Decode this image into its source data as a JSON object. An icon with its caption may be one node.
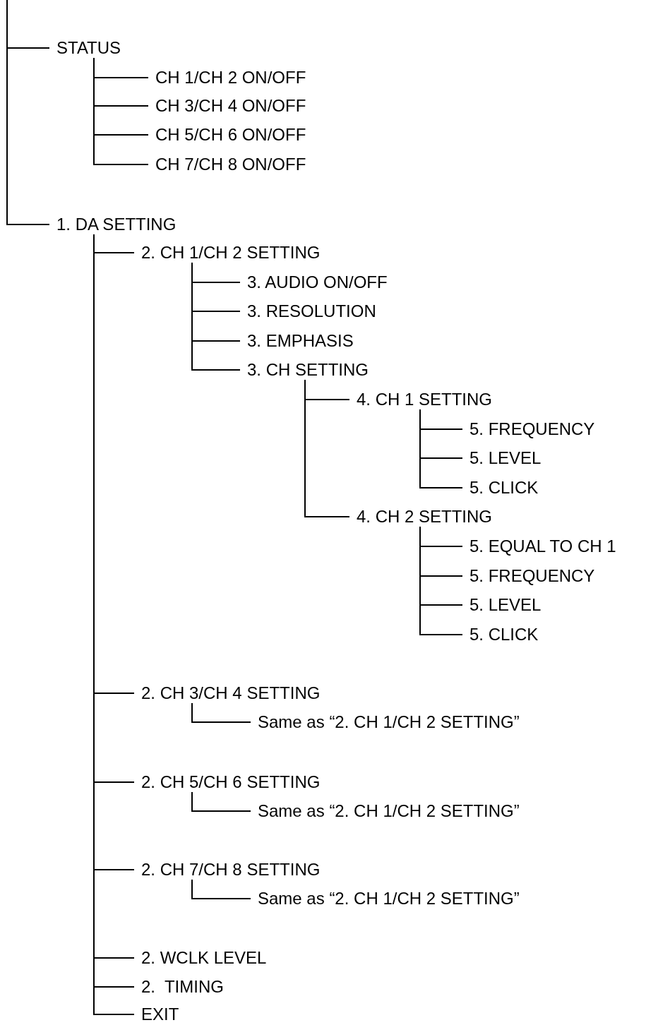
{
  "diagram": {
    "nodes": [
      {
        "text": [
          "STATUS"
        ]
      },
      {
        "text": [
          "CH 1/CH 2 ON/OFF"
        ]
      },
      {
        "text": [
          "CH 3/CH 4 ON/OFF"
        ]
      },
      {
        "text": [
          "CH 5/CH 6 ON/OFF"
        ]
      },
      {
        "text": [
          "CH 7/CH 8 ON/OFF"
        ]
      },
      {
        "text": [
          "1. DA SETTING"
        ]
      },
      {
        "text": [
          "2. CH 1/CH 2 SETTING"
        ]
      },
      {
        "text": [
          "3. AUDIO ON/OFF"
        ]
      },
      {
        "text": [
          "3. RESOLUTION"
        ]
      },
      {
        "text": [
          "3. EMPHASIS"
        ]
      },
      {
        "text": [
          "3. CH SETTING"
        ]
      },
      {
        "text": [
          "4. CH 1 SETTING"
        ]
      },
      {
        "text": [
          "5. FREQUENCY"
        ]
      },
      {
        "text": [
          "5. LEVEL"
        ]
      },
      {
        "text": [
          "5. CLICK"
        ]
      },
      {
        "text": [
          "4. CH 2 SETTING"
        ]
      },
      {
        "text": [
          "5. EQUAL TO CH 1"
        ]
      },
      {
        "text": [
          "5. FREQUENCY"
        ]
      },
      {
        "text": [
          "5. LEVEL"
        ]
      },
      {
        "text": [
          "5. CLICK"
        ]
      },
      {
        "text": [
          "2. CH 3/CH 4 SETTING"
        ]
      },
      {
        "text": [
          "Same as “2. CH 1/CH 2 SETTING”"
        ]
      },
      {
        "text": [
          "2. CH 5/CH 6 SETTING"
        ]
      },
      {
        "text": [
          "Same as “2. CH 1/CH 2 SETTING”"
        ]
      },
      {
        "text": [
          "2. CH 7/CH 8 SETTING"
        ]
      },
      {
        "text": [
          "Same as “2. CH 1/CH 2 SETTING”"
        ]
      },
      {
        "text": [
          "2. WCLK LEVEL"
        ]
      },
      {
        "text": [
          "2.  TIMING"
        ]
      },
      {
        "text": [
          "EXIT"
        ]
      }
    ],
    "edges": [
      {
        "from": null,
        "to": 0,
        "arrow": "none"
      },
      {
        "from": 0,
        "to": 1,
        "arrow": "none"
      },
      {
        "from": 0,
        "to": 2,
        "arrow": "none"
      },
      {
        "from": 0,
        "to": 3,
        "arrow": "none"
      },
      {
        "from": 0,
        "to": 4,
        "arrow": "none"
      },
      {
        "from": null,
        "to": 5,
        "arrow": "none"
      },
      {
        "from": 5,
        "to": 6,
        "arrow": "none"
      },
      {
        "from": 6,
        "to": 7,
        "arrow": "none"
      },
      {
        "from": 6,
        "to": 8,
        "arrow": "none"
      },
      {
        "from": 6,
        "to": 9,
        "arrow": "none"
      },
      {
        "from": 6,
        "to": 10,
        "arrow": "none"
      },
      {
        "from": 10,
        "to": 11,
        "arrow": "none"
      },
      {
        "from": 11,
        "to": 12,
        "arrow": "none"
      },
      {
        "from": 11,
        "to": 13,
        "arrow": "none"
      },
      {
        "from": 11,
        "to": 14,
        "arrow": "none"
      },
      {
        "from": 10,
        "to": 15,
        "arrow": "none"
      },
      {
        "from": 15,
        "to": 16,
        "arrow": "none"
      },
      {
        "from": 15,
        "to": 17,
        "arrow": "none"
      },
      {
        "from": 15,
        "to": 18,
        "arrow": "none"
      },
      {
        "from": 15,
        "to": 19,
        "arrow": "none"
      },
      {
        "from": 5,
        "to": 20,
        "arrow": "none"
      },
      {
        "from": 20,
        "to": 21,
        "arrow": "none"
      },
      {
        "from": 5,
        "to": 22,
        "arrow": "none"
      },
      {
        "from": 22,
        "to": 23,
        "arrow": "none"
      },
      {
        "from": 5,
        "to": 24,
        "arrow": "none"
      },
      {
        "from": 24,
        "to": 25,
        "arrow": "none"
      },
      {
        "from": 5,
        "to": 26,
        "arrow": "none"
      },
      {
        "from": 5,
        "to": 27,
        "arrow": "none"
      },
      {
        "from": 5,
        "to": 28,
        "arrow": "none"
      }
    ]
  }
}
